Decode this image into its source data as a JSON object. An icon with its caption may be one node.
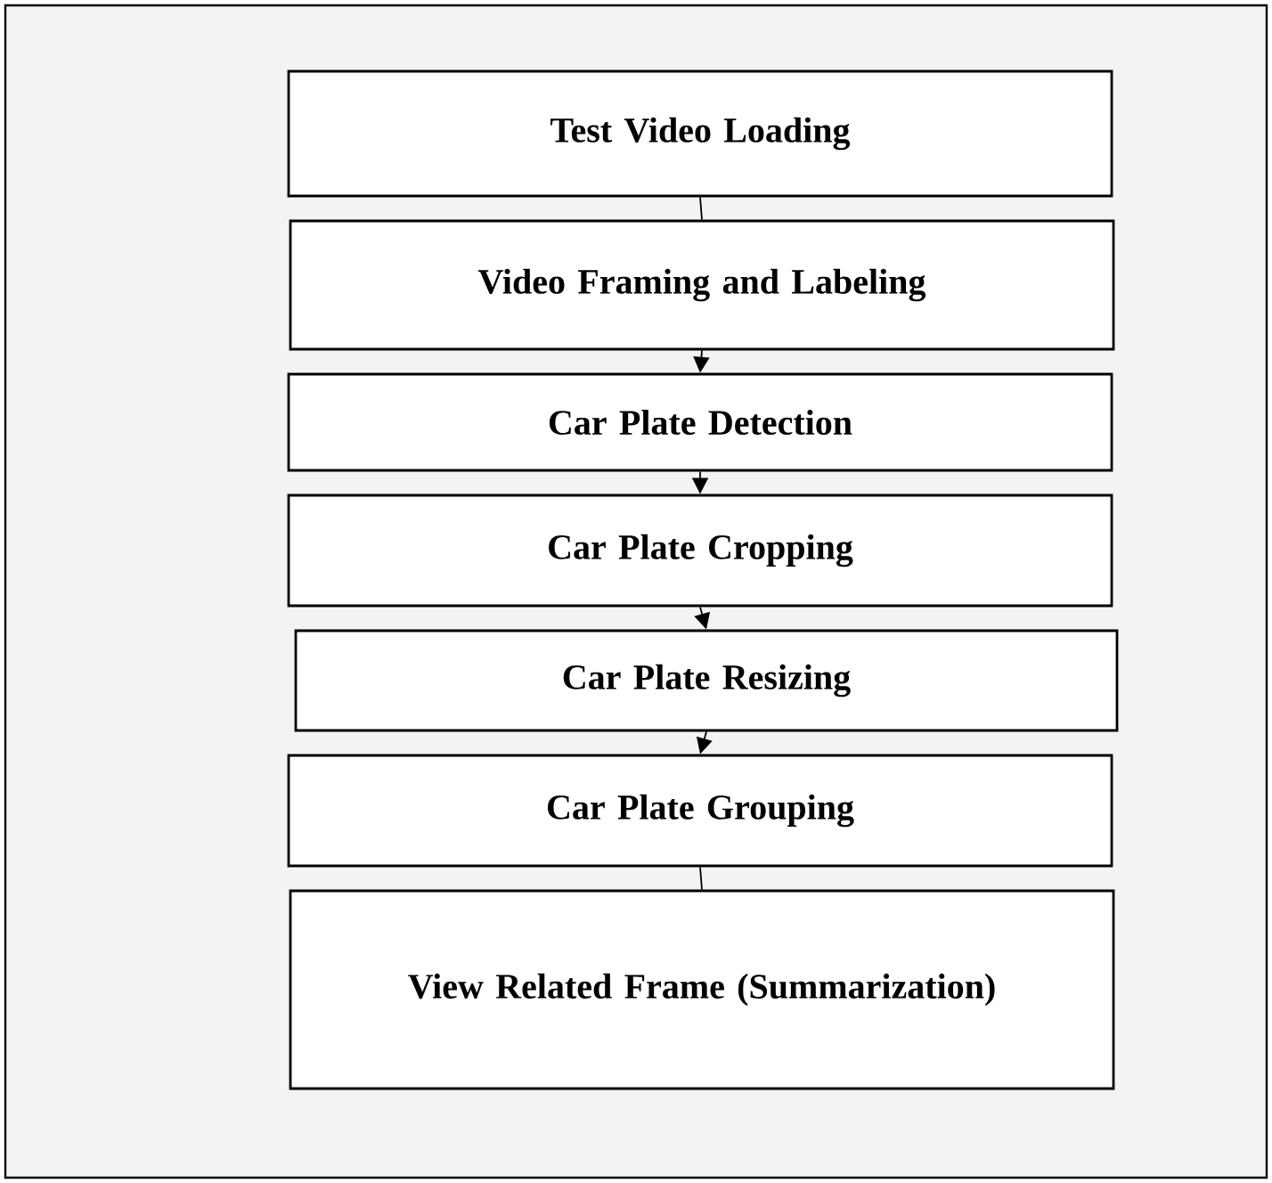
{
  "diagram": {
    "nodes": [
      {
        "text": [
          "Test Video Loading"
        ]
      },
      {
        "text": [
          "Video Framing and Labeling"
        ]
      },
      {
        "text": [
          "Car Plate Detection"
        ]
      },
      {
        "text": [
          "Car Plate Cropping"
        ]
      },
      {
        "text": [
          "Car Plate Resizing"
        ]
      },
      {
        "text": [
          "Car Plate Grouping"
        ]
      },
      {
        "text": [
          "View Related Frame (Summarization)"
        ]
      }
    ],
    "edges": [
      {
        "from": 0,
        "to": 1,
        "arrow": "none"
      },
      {
        "from": 1,
        "to": 2,
        "arrow": "to"
      },
      {
        "from": 2,
        "to": 3,
        "arrow": "to"
      },
      {
        "from": 3,
        "to": 4,
        "arrow": "to"
      },
      {
        "from": 4,
        "to": 5,
        "arrow": "to"
      },
      {
        "from": 5,
        "to": 6,
        "arrow": "none"
      }
    ]
  }
}
